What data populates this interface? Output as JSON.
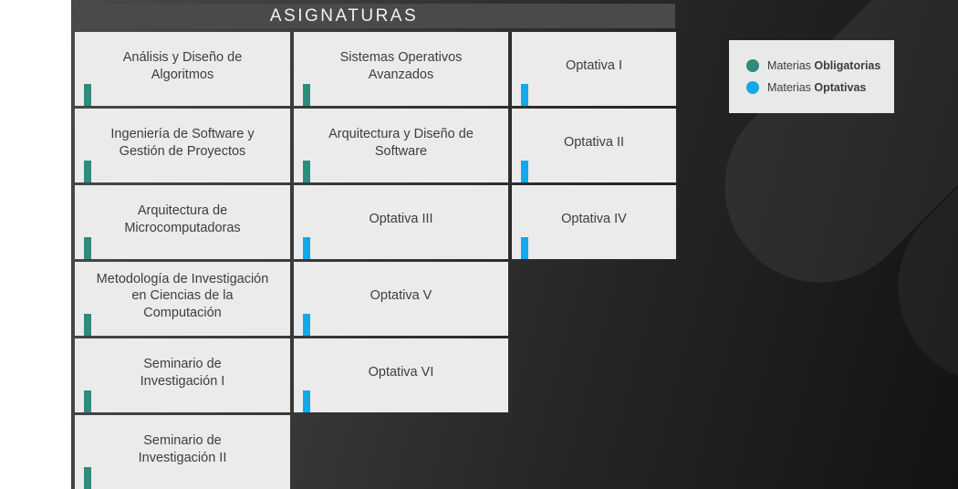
{
  "header": {
    "title": "ASIGNATURAS"
  },
  "types": {
    "obligatoria": {
      "color": "#2f8b7c"
    },
    "optativa": {
      "color": "#12a9ea"
    }
  },
  "legend": {
    "items": [
      {
        "prefix": "Materias ",
        "bold": "Obligatorias",
        "type": "obligatoria"
      },
      {
        "prefix": "Materias ",
        "bold": "Optativas",
        "type": "optativa"
      }
    ]
  },
  "grid": {
    "courses": [
      {
        "name": "Análisis y Diseño de\nAlgoritmos",
        "type": "obligatoria",
        "row": 1,
        "col": 1
      },
      {
        "name": "Sistemas Operativos\nAvanzados",
        "type": "obligatoria",
        "row": 1,
        "col": 2
      },
      {
        "name": "Optativa I",
        "type": "optativa",
        "row": 1,
        "col": 3
      },
      {
        "name": "Ingeniería de Software y\nGestión de Proyectos",
        "type": "obligatoria",
        "row": 2,
        "col": 1
      },
      {
        "name": "Arquitectura y Diseño de\nSoftware",
        "type": "obligatoria",
        "row": 2,
        "col": 2
      },
      {
        "name": "Optativa II",
        "type": "optativa",
        "row": 2,
        "col": 3
      },
      {
        "name": "Arquitectura de\nMicrocomputadoras",
        "type": "obligatoria",
        "row": 3,
        "col": 1
      },
      {
        "name": "Optativa III",
        "type": "optativa",
        "row": 3,
        "col": 2
      },
      {
        "name": "Optativa IV",
        "type": "optativa",
        "row": 3,
        "col": 3
      },
      {
        "name": "Metodología de Investigación\nen Ciencias de la\nComputación",
        "type": "obligatoria",
        "row": 4,
        "col": 1
      },
      {
        "name": "Optativa V",
        "type": "optativa",
        "row": 4,
        "col": 2
      },
      {
        "name": "Seminario de\nInvestigación I",
        "type": "obligatoria",
        "row": 5,
        "col": 1
      },
      {
        "name": "Optativa VI",
        "type": "optativa",
        "row": 5,
        "col": 2
      },
      {
        "name": "Seminario de\nInvestigación II",
        "type": "obligatoria",
        "row": 6,
        "col": 1
      }
    ]
  }
}
